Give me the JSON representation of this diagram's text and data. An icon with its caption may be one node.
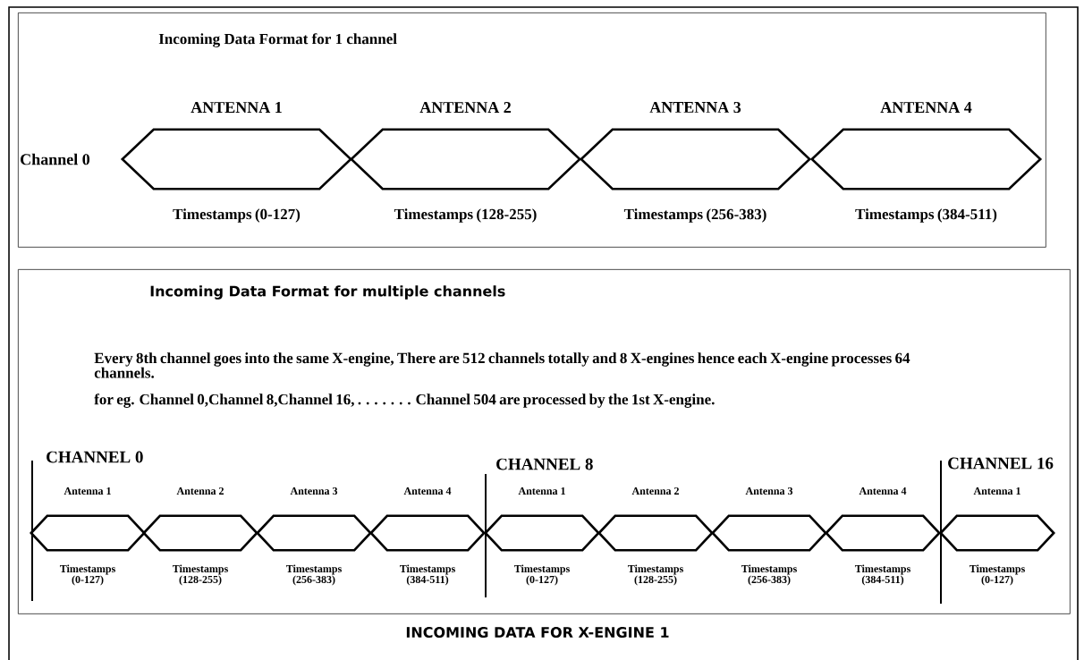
{
  "diagram": {
    "nodes": [
      {
        "text": [
          "Incoming Data Format for 1 channel"
        ]
      },
      {
        "text": [
          "ANTENNA 1"
        ],
        "beside": [
          "Timestamps (0-127)"
        ],
        "in": 0
      },
      {
        "text": [
          "ANTENNA 2"
        ],
        "beside": [
          "Timestamps (128-255)"
        ],
        "in": 0
      },
      {
        "text": [
          "ANTENNA 3"
        ],
        "beside": [
          "Timestamps (256-383)"
        ],
        "in": 0
      },
      {
        "text": [
          "ANTENNA 4"
        ],
        "beside": [
          "Timestamps (384-511)"
        ],
        "in": 0
      },
      {
        "text": [
          "Incoming Data Format for multiple channels",
          "Every 8th channel goes into the same X-engine, There are 512 channels totally and 8 X-engines hence each X-engine processes 64 channels.",
          "for eg. Channel 0,Channel 8,Channel 16, . . . . . . . Channel 504 are processed by the 1st X-engine."
        ]
      },
      {
        "text": [
          "Antenna 1"
        ],
        "beside": [
          "Timestamps (0-127)"
        ],
        "in": 5
      },
      {
        "text": [
          "Antenna 2"
        ],
        "beside": [
          "Timestamps (128-255)"
        ],
        "in": 5
      },
      {
        "text": [
          "Antenna 3"
        ],
        "beside": [
          "Timestamps (256-383)"
        ],
        "in": 5
      },
      {
        "text": [
          "Antenna 4"
        ],
        "beside": [
          "Timestamps (384-511)"
        ],
        "in": 5
      },
      {
        "text": [
          "Antenna 1"
        ],
        "beside": [
          "Timestamps (0-127)"
        ],
        "in": 5
      },
      {
        "text": [
          "Antenna 2"
        ],
        "beside": [
          "Timestamps (128-255)"
        ],
        "in": 5
      },
      {
        "text": [
          "Antenna 3"
        ],
        "beside": [
          "Timestamps (256-383)"
        ],
        "in": 5
      },
      {
        "text": [
          "Antenna 4"
        ],
        "beside": [
          "Timestamps (384-511)"
        ],
        "in": 5
      },
      {
        "text": [
          "Antenna 1"
        ],
        "beside": [
          "Timestamps (0-127)"
        ],
        "in": 5
      }
    ],
    "labels": [
      "Channel 0",
      "CHANNEL 0",
      "CHANNEL 8",
      "CHANNEL 16"
    ],
    "caption": "INCOMING DATA FOR X-ENGINE 1"
  }
}
